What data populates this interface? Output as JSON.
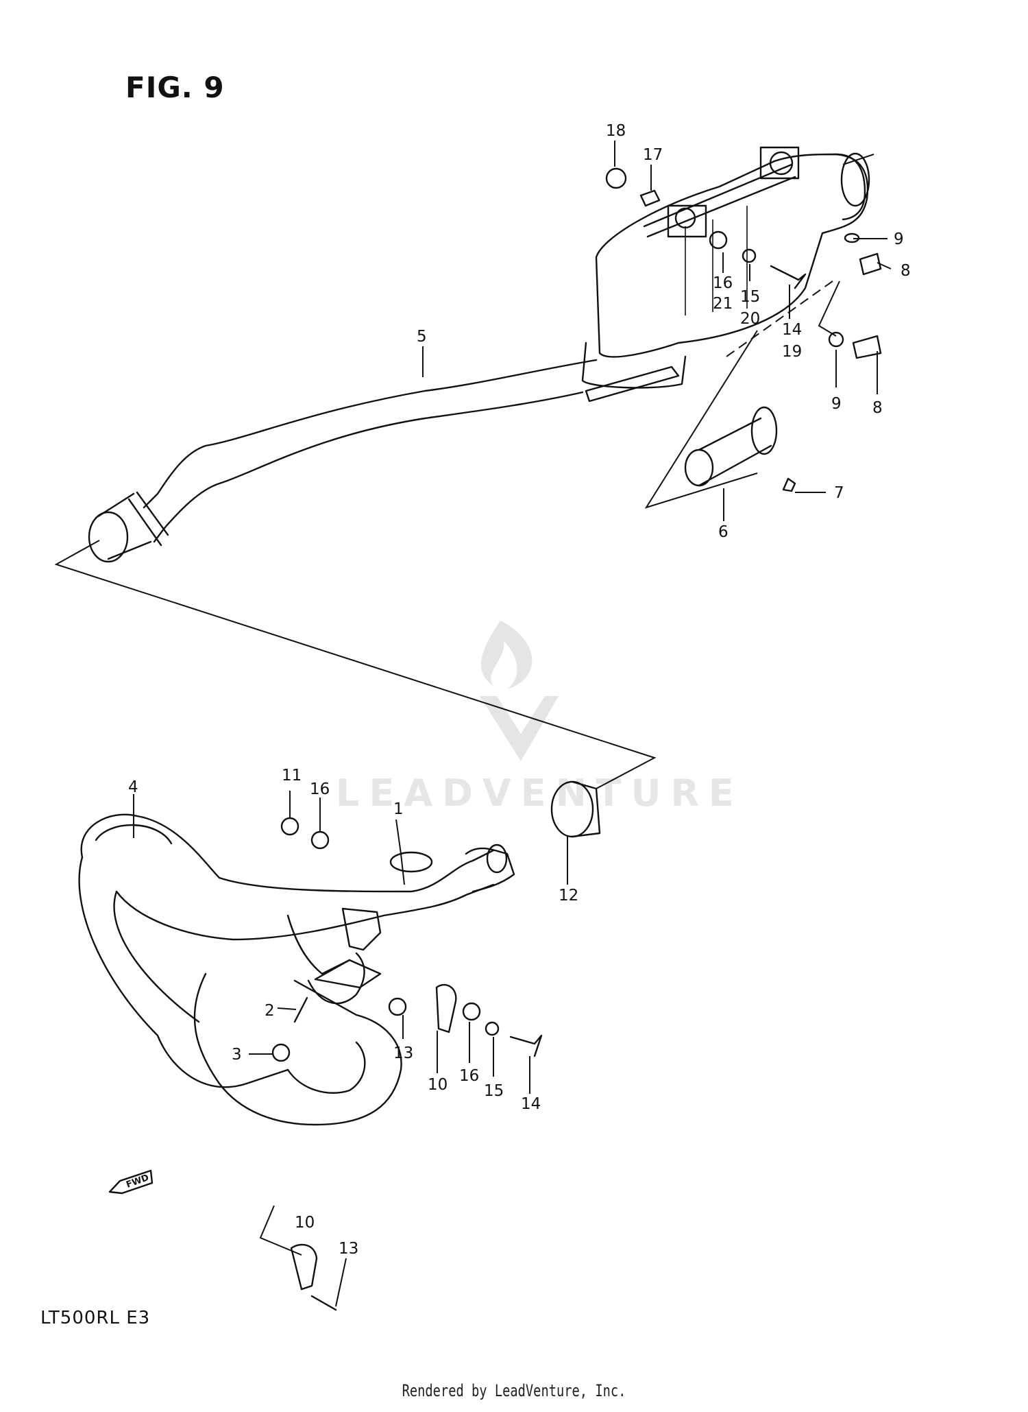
{
  "figure_title": "FIG. 9",
  "model_code": "LT500RL  E3",
  "footer_text": "Rendered by LeadVenture, Inc.",
  "watermark_text": "LEADVENTURE",
  "fwd_label": "FWD",
  "callouts": {
    "c1": "1",
    "c2": "2",
    "c3": "3",
    "c4": "4",
    "c5": "5",
    "c6": "6",
    "c7": "7",
    "c8a": "8",
    "c8b": "8",
    "c9a": "9",
    "c9b": "9",
    "c10a": "10",
    "c10b": "10",
    "c11": "11",
    "c12": "12",
    "c13a": "13",
    "c13b": "13",
    "c14a": "14",
    "c14b": "14",
    "c15a": "15",
    "c15b": "15",
    "c16a": "16",
    "c16b": "16",
    "c16c": "16",
    "c17": "17",
    "c18": "18",
    "c19": "19",
    "c20": "20",
    "c21": "21"
  }
}
